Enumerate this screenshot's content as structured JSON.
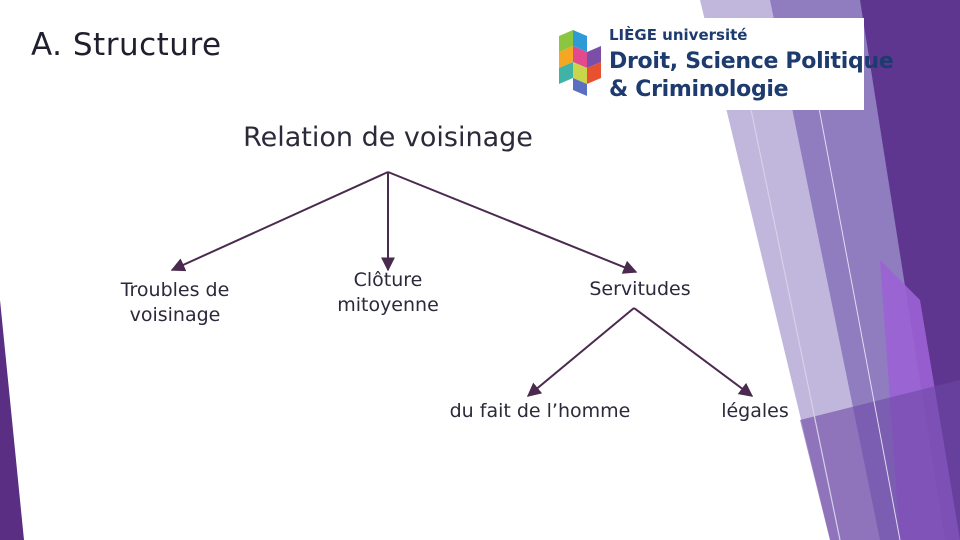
{
  "slide": {
    "title": "A. Structure"
  },
  "logo": {
    "line1": "LIÈGE université",
    "line2": "Droit, Science Politique",
    "line3": "& Criminologie"
  },
  "diagram": {
    "root": "Relation de voisinage",
    "children": [
      "Troubles de voisinage",
      "Clôture mitoyenne",
      "Servitudes"
    ],
    "servitudes_children": [
      "du fait de l’homme",
      "légales"
    ]
  },
  "colors": {
    "accent_purple": "#6b3a96",
    "light_purple": "#9c8ac4",
    "arrow": "#4a2a4e",
    "logo_text": "#1d3b6e"
  }
}
